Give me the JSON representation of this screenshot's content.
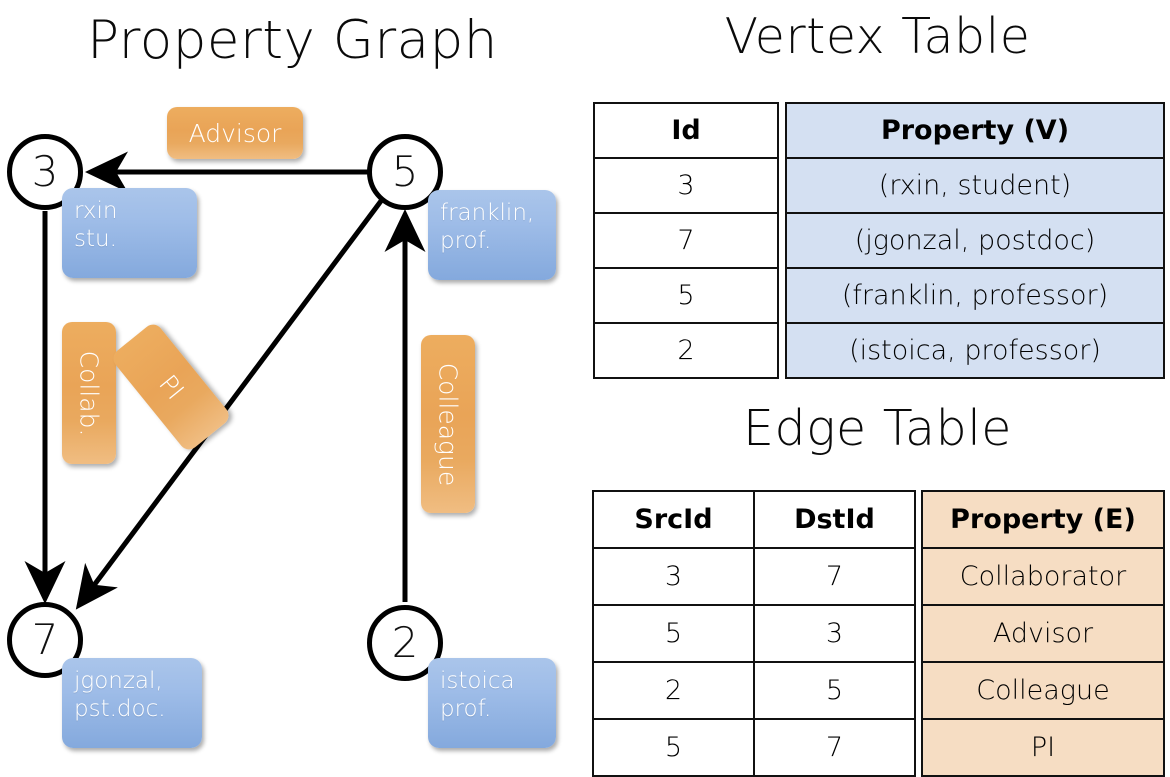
{
  "titles": {
    "property_graph": "Property Graph",
    "vertex_table": "Vertex Table",
    "edge_table": "Edge Table"
  },
  "graph": {
    "nodes": [
      {
        "id": "3",
        "label": "3",
        "property_lines": [
          "rxin",
          "stu."
        ]
      },
      {
        "id": "5",
        "label": "5",
        "property_lines": [
          "franklin,",
          "prof."
        ]
      },
      {
        "id": "7",
        "label": "7",
        "property_lines": [
          "jgonzal,",
          "pst.doc."
        ]
      },
      {
        "id": "2",
        "label": "2",
        "property_lines": [
          "istoica",
          "prof."
        ]
      }
    ],
    "node_property_text": {
      "rxin": "rxin\nstu.",
      "franklin": "franklin,\nprof.",
      "jgonzal": "jgonzal,\npst.doc.",
      "istoica": "istoica\nprof."
    },
    "edges": [
      {
        "from": "5",
        "to": "3",
        "label": "Advisor"
      },
      {
        "from": "3",
        "to": "7",
        "label": "Collab."
      },
      {
        "from": "5",
        "to": "7",
        "label": "PI"
      },
      {
        "from": "2",
        "to": "5",
        "label": "Colleague"
      }
    ],
    "edge_labels": {
      "advisor": "Advisor",
      "collab": "Collab.",
      "pi": "PI",
      "colleague": "Colleague"
    }
  },
  "vertex_table": {
    "headers": {
      "id": "Id",
      "property": "Property (V)"
    },
    "rows": [
      {
        "id": "3",
        "property": "(rxin, student)"
      },
      {
        "id": "7",
        "property": "(jgonzal, postdoc)"
      },
      {
        "id": "5",
        "property": "(franklin, professor)"
      },
      {
        "id": "2",
        "property": "(istoica, professor)"
      }
    ]
  },
  "edge_table": {
    "headers": {
      "src": "SrcId",
      "dst": "DstId",
      "property": "Property (E)"
    },
    "rows": [
      {
        "src": "3",
        "dst": "7",
        "property": "Collaborator"
      },
      {
        "src": "5",
        "dst": "3",
        "property": "Advisor"
      },
      {
        "src": "2",
        "dst": "5",
        "property": "Colleague"
      },
      {
        "src": "5",
        "dst": "7",
        "property": "PI"
      }
    ]
  },
  "colors": {
    "vertex_property_fill": "#d4e0f2",
    "edge_property_fill": "#f6ddc3",
    "node_box_blue": "#9fbde8",
    "edge_label_orange": "#e9a457",
    "stroke": "#111111",
    "background": "#ffffff"
  }
}
